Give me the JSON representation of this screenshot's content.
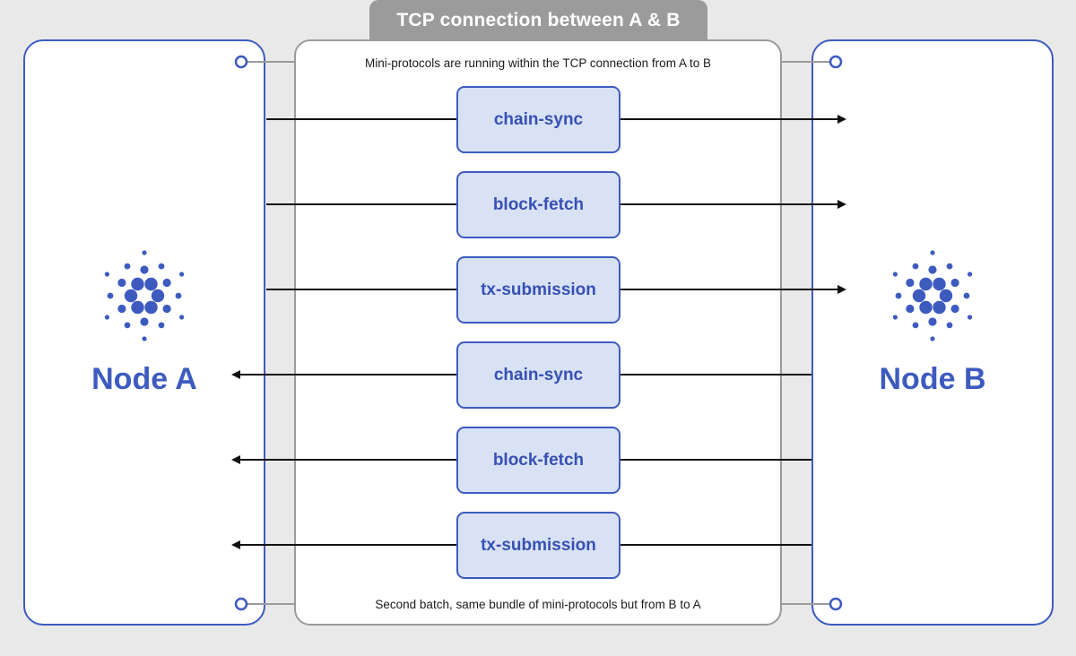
{
  "tcp_title": "TCP connection between A & B",
  "caption_top": "Mini-protocols are running within the TCP connection from A to B",
  "caption_bottom": "Second batch, same bundle of mini-protocols but from B to A",
  "node_a": {
    "label": "Node A",
    "logo": "cardano-logo-icon"
  },
  "node_b": {
    "label": "Node B",
    "logo": "cardano-logo-icon"
  },
  "protocols_a_to_b": [
    {
      "label": "chain-sync",
      "direction": "A to B"
    },
    {
      "label": "block-fetch",
      "direction": "A to B"
    },
    {
      "label": "tx-submission",
      "direction": "A to B"
    }
  ],
  "protocols_b_to_a": [
    {
      "label": "chain-sync",
      "direction": "B to A"
    },
    {
      "label": "block-fetch",
      "direction": "B to A"
    },
    {
      "label": "tx-submission",
      "direction": "B to A"
    }
  ],
  "colors": {
    "accent": "#3d5bbf",
    "box_fill": "#d9e2f5",
    "tcp_gray": "#9b9b9b",
    "background": "#e9e9e9"
  }
}
